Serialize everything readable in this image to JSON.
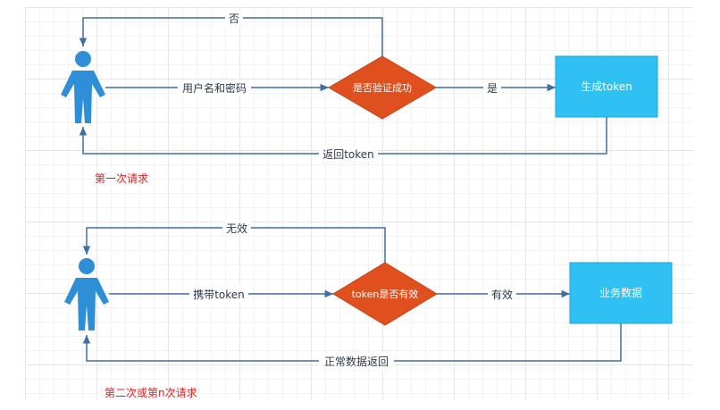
{
  "colors": {
    "line": "#3f6fa0",
    "person": "#2e8fd6",
    "diamond": "#e0501f",
    "box": "#2ec1f2",
    "box_border": "#1fa2d6",
    "note": "#e02020",
    "label": "#2b3a4a"
  },
  "icons": {
    "person": "user-person-icon"
  },
  "flow1": {
    "edge_credentials": "用户名和密码",
    "decision": "是否验证成功",
    "edge_yes": "是",
    "edge_no": "否",
    "process": "生成token",
    "edge_return": "返回token",
    "note": "第一次请求"
  },
  "flow2": {
    "edge_carry": "携带token",
    "decision": "token是否有效",
    "edge_valid": "有效",
    "edge_invalid": "无效",
    "process": "业务数据",
    "edge_return": "正常数据返回",
    "note": "第二次或第n次请求"
  }
}
